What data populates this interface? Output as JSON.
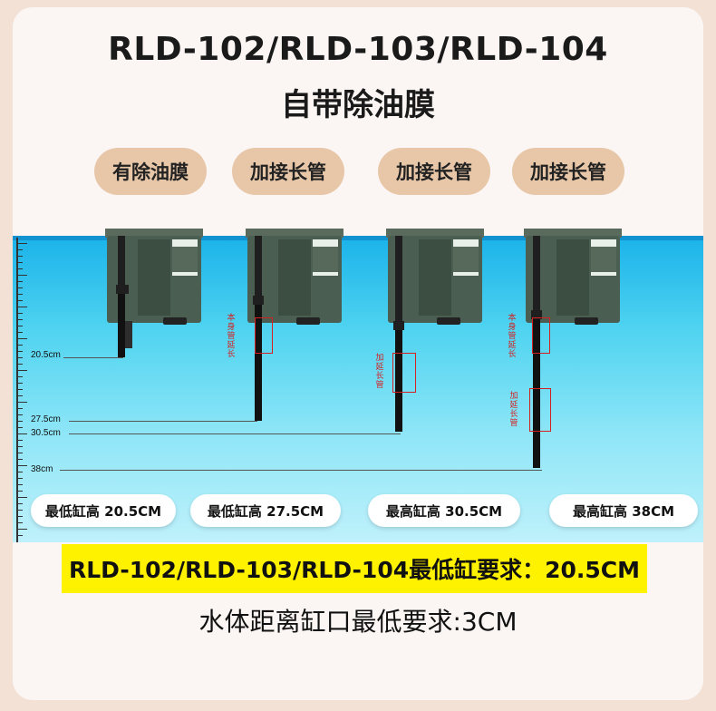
{
  "title": "RLD-102/RLD-103/RLD-104",
  "subtitle": "自带除油膜",
  "pills": [
    "有除油膜",
    "加接长管",
    "加接长管",
    "加接长管"
  ],
  "measures": [
    "20.5cm",
    "27.5cm",
    "30.5cm",
    "38cm"
  ],
  "min_labels": [
    "最低缸高 20.5CM",
    "最低缸高 27.5CM",
    "最高缸高 30.5CM",
    "最高缸高 38CM"
  ],
  "annotations": {
    "body_extension": "本身管延长",
    "added_extension": "加延长管"
  },
  "requirement": "RLD-102/RLD-103/RLD-104最低缸要求：20.5CM",
  "water_note": "水体距离缸口最低要求:3CM",
  "colors": {
    "water_top": "#1bb3ea",
    "water_bottom": "#bff1fb",
    "pill": "#e8c7a9",
    "highlight": "#fff200",
    "annotation": "#d42020"
  }
}
